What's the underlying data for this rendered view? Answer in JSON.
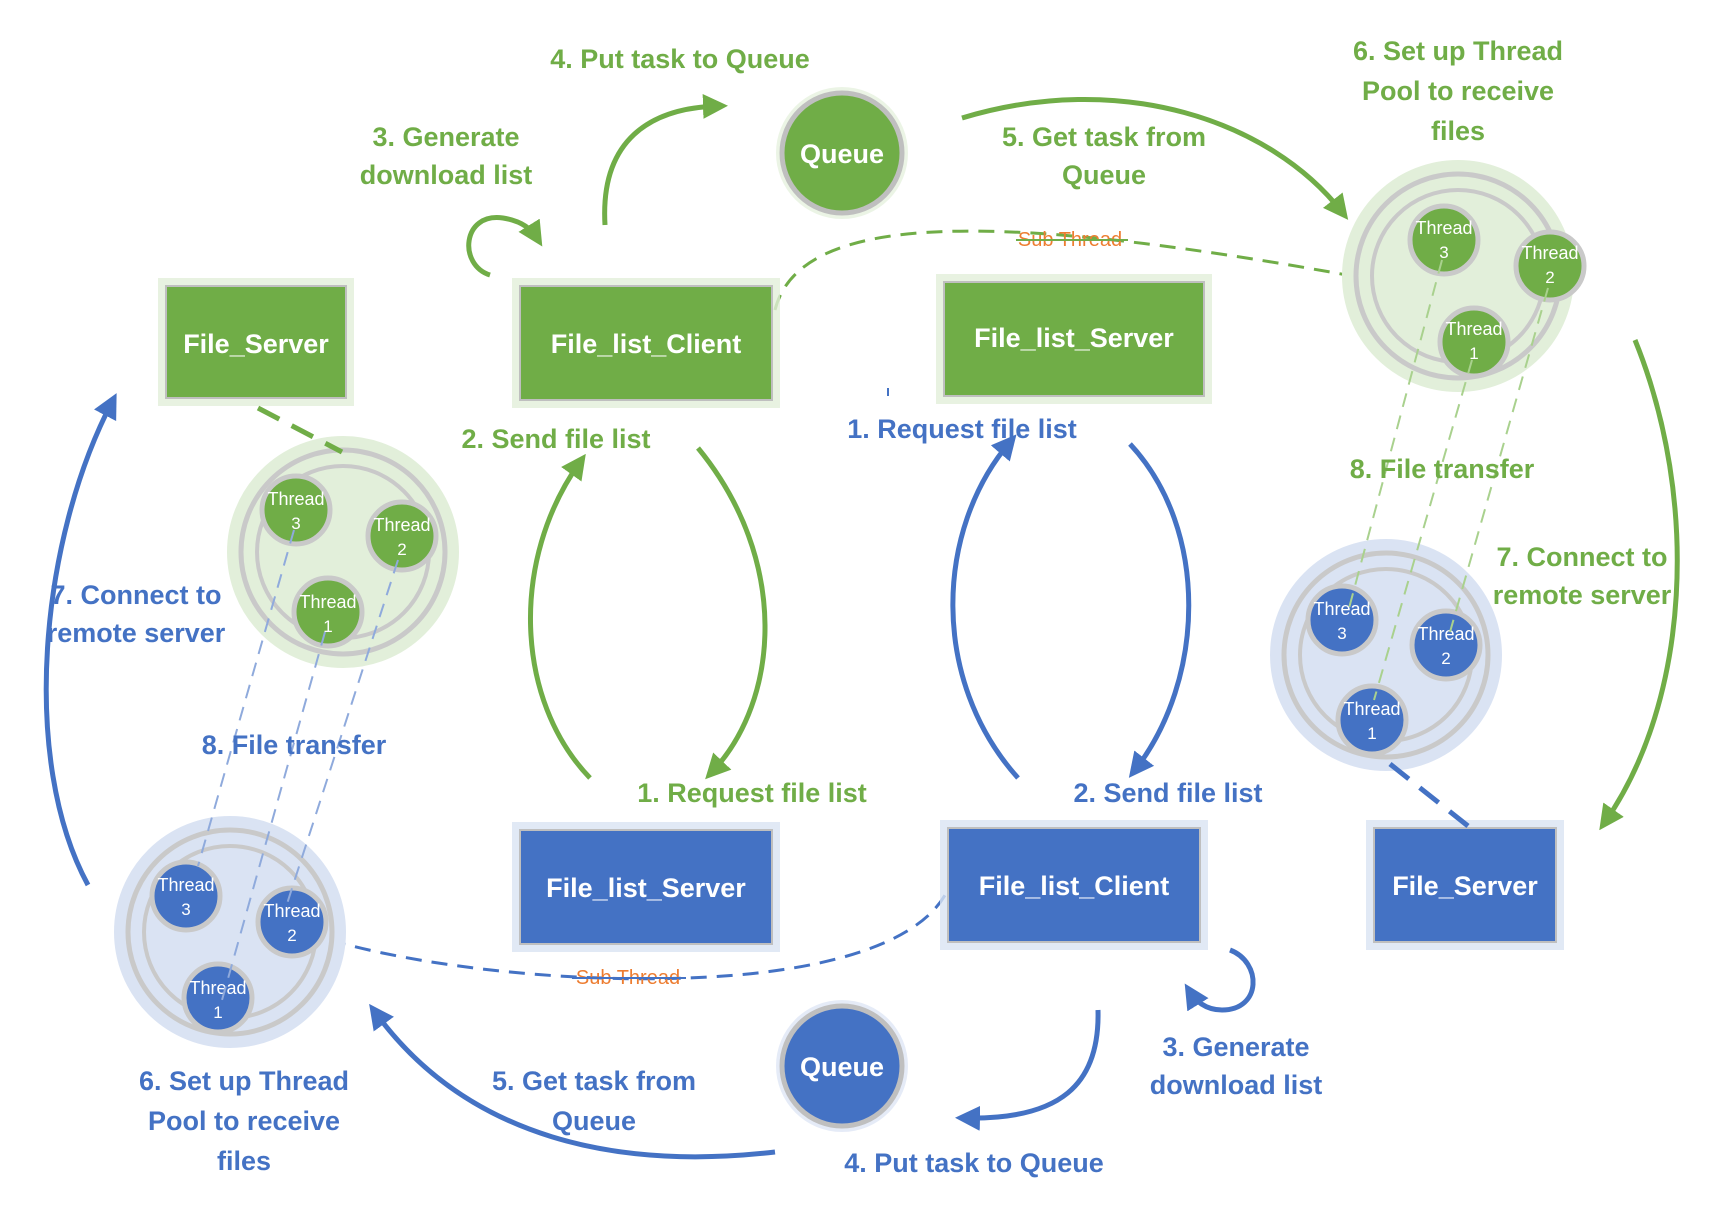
{
  "colors": {
    "green": "#70AD47",
    "green_text": "#70AD47",
    "green_box": "#70AD47",
    "green_pool_fill": "#E2EFDA",
    "blue": "#4472C4",
    "blue_text": "#4472C4",
    "blue_box": "#4472C4",
    "blue_pool_fill": "#DAE3F3",
    "orange": "#ED7D31",
    "ring": "#BFBFBF"
  },
  "nodes": {
    "green_file_server": "File_Server",
    "green_file_list_client": "File_list_Client",
    "green_file_list_server": "File_list_Server",
    "green_queue": "Queue",
    "blue_file_list_server": "File_list_Server",
    "blue_file_list_client": "File_list_Client",
    "blue_file_server": "File_Server",
    "blue_queue": "Queue"
  },
  "thread_labels": {
    "word": "Thread",
    "n1": "1",
    "n2": "2",
    "n3": "3"
  },
  "sub_thread_label": "Sub Thread",
  "green_steps": {
    "s4": "4. Put task to Queue",
    "s3_line1": "3. Generate",
    "s3_line2": "download list",
    "s5_line1": "5. Get task from",
    "s5_line2": "Queue",
    "s6_line1": "6. Set up Thread",
    "s6_line2": "Pool to receive",
    "s6_line3": "files",
    "s2": "2. Send file list",
    "s1": "1. Request file list",
    "s7_line1": "7. Connect to",
    "s7_line2": "remote server",
    "s8": "8. File transfer"
  },
  "blue_steps": {
    "s1": "1. Request file list",
    "s2": "2. Send file list",
    "s3_line1": "3. Generate",
    "s3_line2": "download list",
    "s4": "4. Put task to Queue",
    "s5_line1": "5. Get task from",
    "s5_line2": "Queue",
    "s6_line1": "6. Set up Thread",
    "s6_line2": "Pool to receive",
    "s6_line3": "files",
    "s7_line1": "7. Connect to",
    "s7_line2": "remote server",
    "s8": "8. File transfer"
  }
}
